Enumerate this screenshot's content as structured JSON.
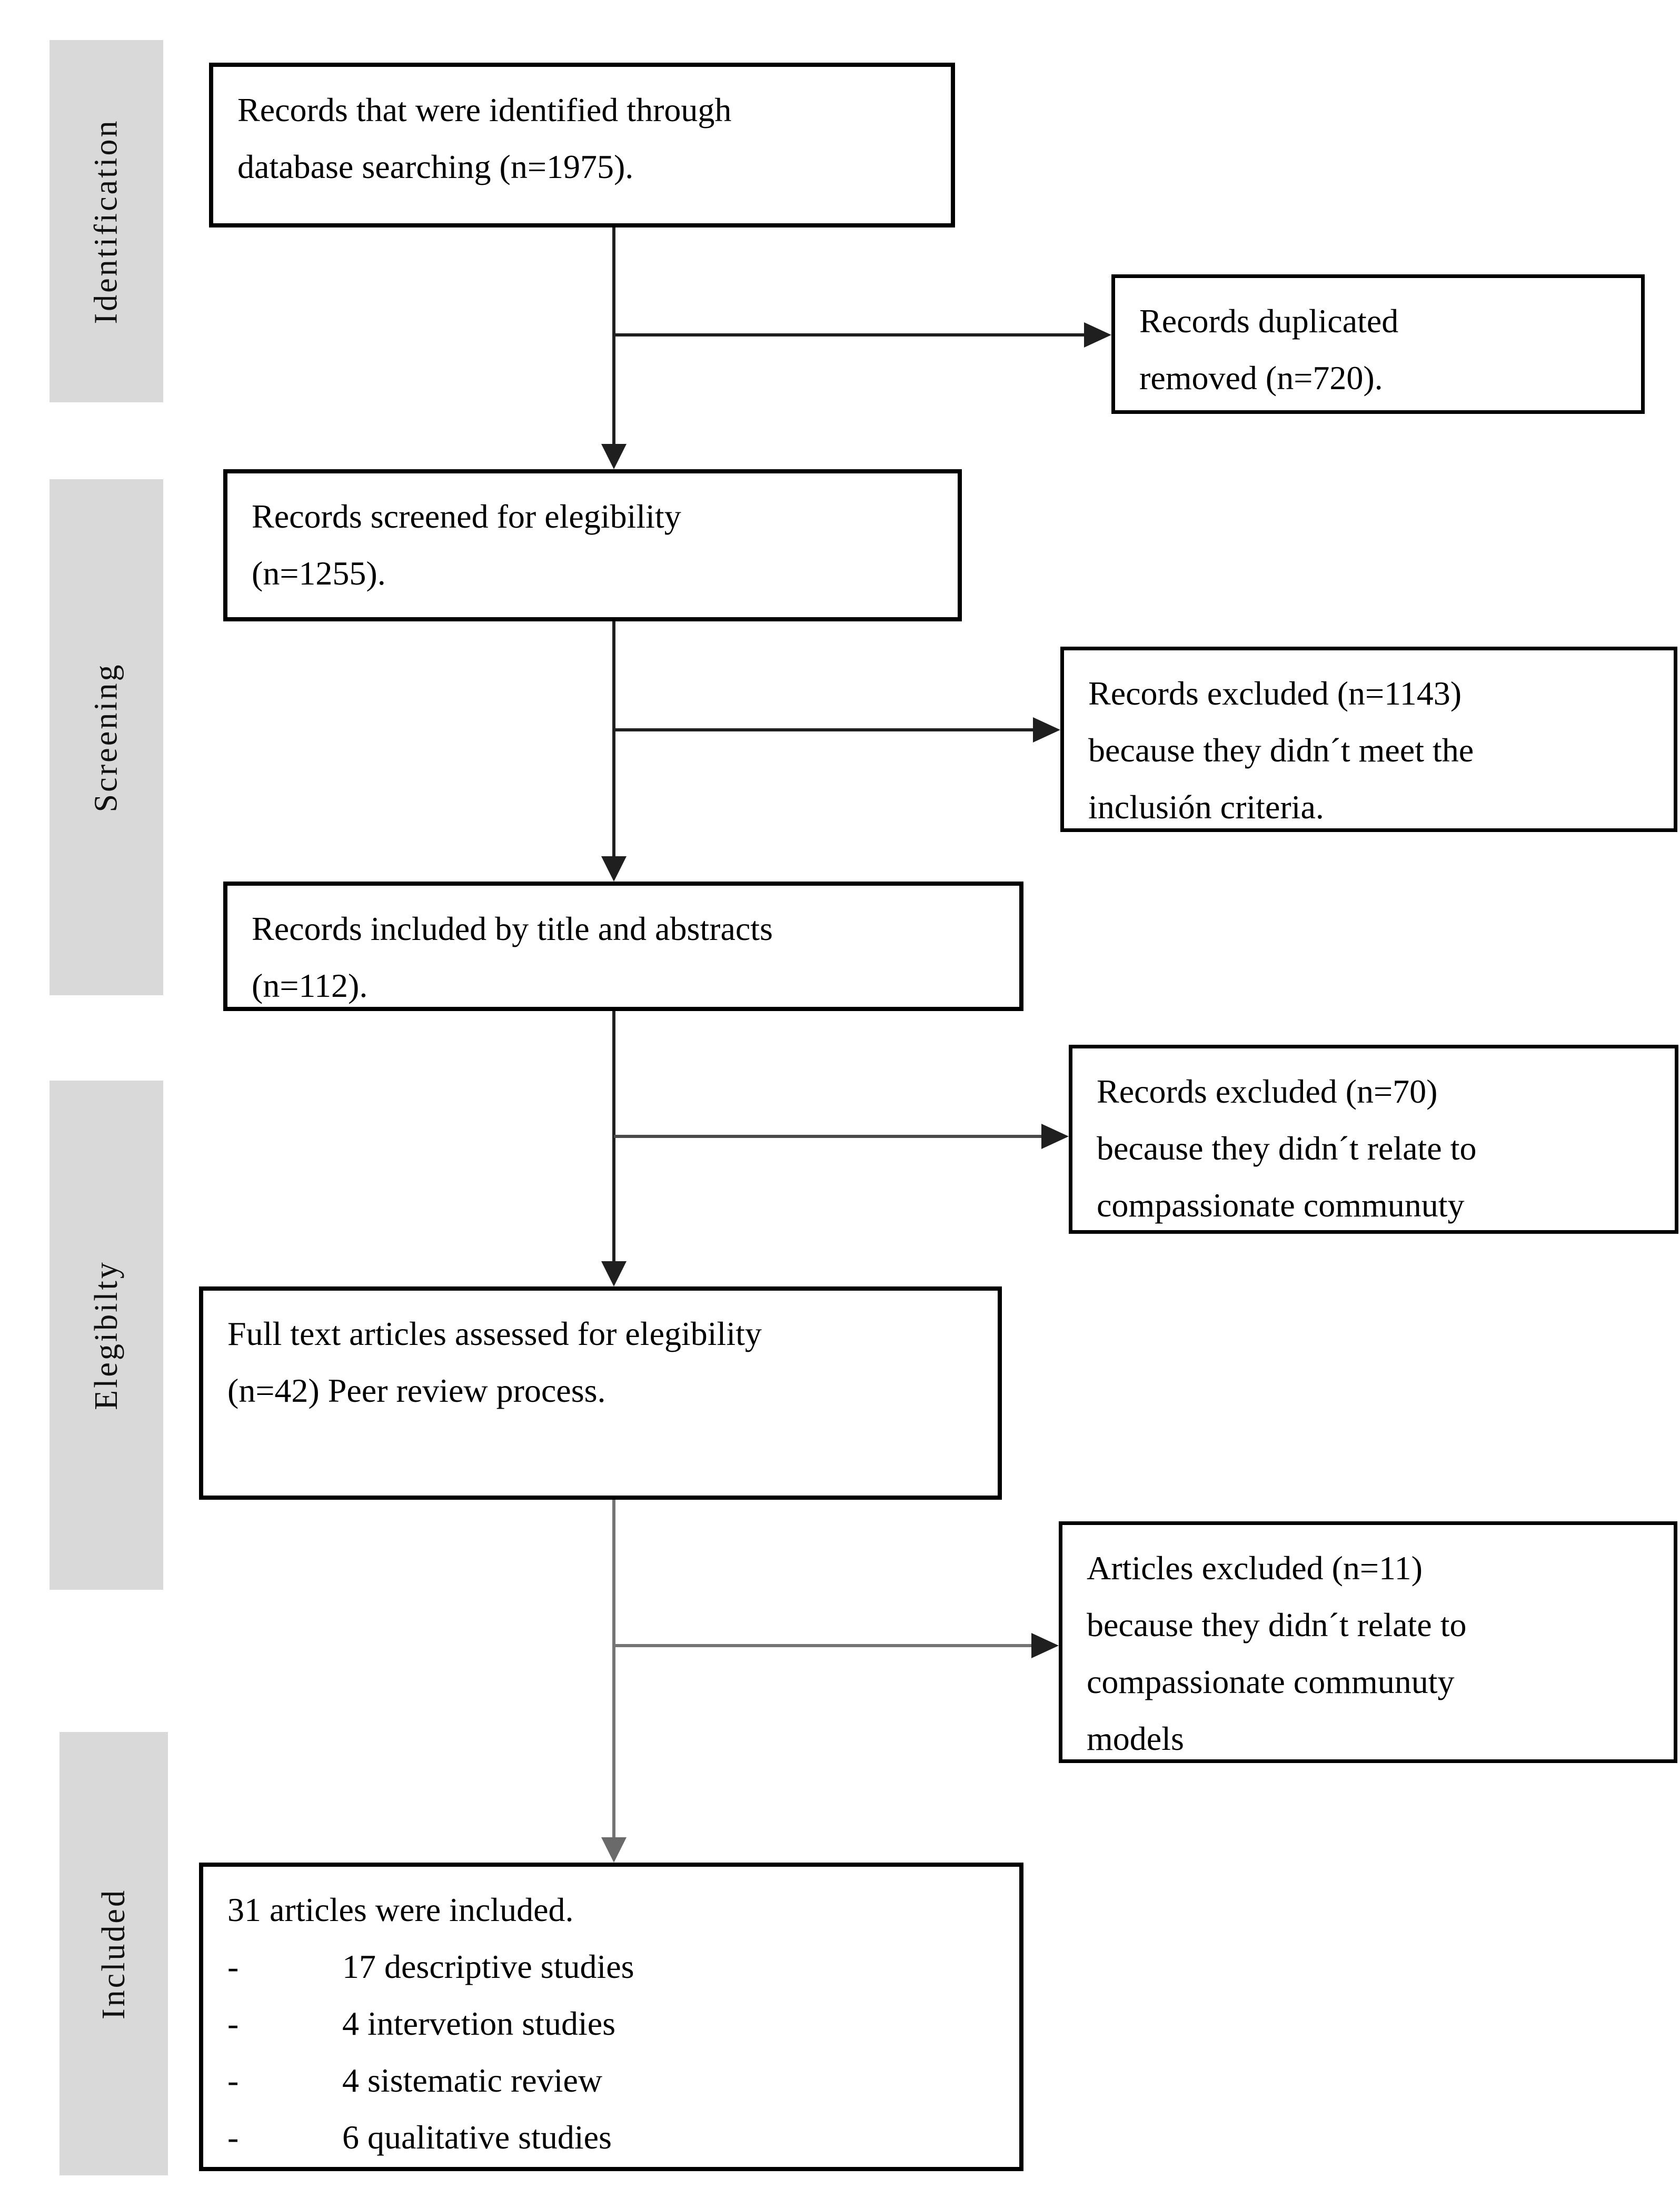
{
  "stages": [
    {
      "label": "Identification"
    },
    {
      "label": "Screening"
    },
    {
      "label": "Elegibilty"
    },
    {
      "label": "Included"
    }
  ],
  "boxes": {
    "identified": {
      "text": "Records that were identified through\ndatabase searching (n=1975)."
    },
    "duplicated_removed": {
      "text": "Records duplicated\nremoved (n=720)."
    },
    "screened": {
      "text": "Records screened for elegibility\n(n=1255)."
    },
    "excluded_screening": {
      "text": "Records excluded (n=1143)\nbecause they didn´t meet the\ninclusión criteria."
    },
    "included_title_abstracts": {
      "text": "Records included by title and abstracts\n(n=112)."
    },
    "excluded_title_abstracts": {
      "text": "Records excluded (n=70)\nbecause they didn´t relate to\ncompassionate communuty"
    },
    "full_text_assessed": {
      "text": "Full text articles assessed for elegibility\n(n=42) Peer review process."
    },
    "excluded_full_text": {
      "text": "Articles excluded (n=11)\nbecause they didn´t relate to\ncompassionate communuty\nmodels"
    },
    "included_final": {
      "title": "31 articles were included.",
      "bullet_char": "-",
      "items": [
        "17 descriptive studies",
        "4 intervetion studies",
        "4 sistematic review",
        "6 qualitative studies"
      ]
    }
  },
  "colors": {
    "stage_band_bg": "#d9d9d9",
    "box_border": "#000000",
    "connector_dark": "#1f1f1f",
    "connector_gray": "#757575"
  }
}
